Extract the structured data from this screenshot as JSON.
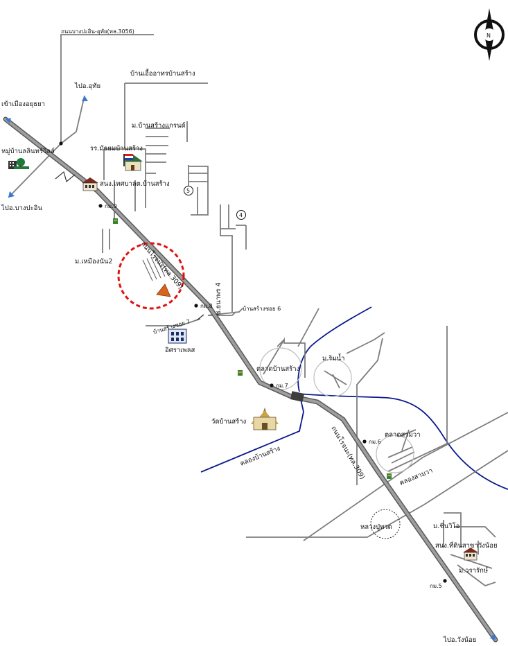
{
  "compass": {
    "label": "N"
  },
  "roads": {
    "highway_3056": "ถนนบางปะอิน-อุทัย(ทล.3056)",
    "main_road_upper": "ถนนโรจนะ(ทล.309)",
    "main_road_lower": "ถนนโรจนะ(ทล.309)",
    "soi_thanaporn_4": "ซ.ธนาพร 4",
    "soi_bansang_6": "บ้านสร้างซอย 6",
    "soi_bansang_7": "บ้านสร้างซอย 7"
  },
  "directions": {
    "to_ayutthaya": "เข้าเมืองอยุธยา",
    "to_uthai": "ไปอ.อุทัย",
    "to_bang_pa_in": "ไปอ.บางปะอิน",
    "to_wang_noi": "ไปอ.วังน้อย"
  },
  "places": {
    "ban_ua_athon": "บ้านเอื้ออาทรบ้านสร้าง",
    "mu_bansang_grand": "ม.บ้านสร้างแกรนด์",
    "school": "รร.มัธยมบ้านสร้าง",
    "village_lalin": "หมู่บ้านลลินทร์วิลล์",
    "municipal_office": "สนง.เทศบาลต.บ้านสร้าง",
    "mu_muenphon": "ม.เหมืองนัน2",
    "ira_place": "อิศราเพลส",
    "talat_bansang": "ตลาดบ้านสร้าง",
    "mu_rimnam": "ม.ริมน้ำ",
    "wat_bansang": "วัดบ้านสร้าง",
    "talat_sam_wa": "ตลาดสามวา",
    "luang_pu_thuat": "หลวงปู่ทวด",
    "mu_chinda": "ม.ชินวิโอ",
    "district_office": "สนง.ที่ดินสาขาวังน้อย",
    "mu_worarak": "ม.วรารักษ์"
  },
  "canals": {
    "khlong_bansang": "คลองบ้านสร้าง",
    "khlong_sam_wa": "คลองสามวา"
  },
  "km_markers": {
    "km9": "กม.9",
    "km8": "กม.8",
    "km7": "กม.7",
    "km6": "กม.6",
    "km5": "กม.5"
  },
  "soi_numbers": {
    "five": "5",
    "four": "4"
  },
  "colors": {
    "main_road": "#8f8f8f",
    "side_road": "#7d7d7d",
    "canal": "#0a1a8c",
    "highlight_circle": "#e01010",
    "highlight_building": "#d9641e",
    "arrow": "#3a78d8"
  }
}
